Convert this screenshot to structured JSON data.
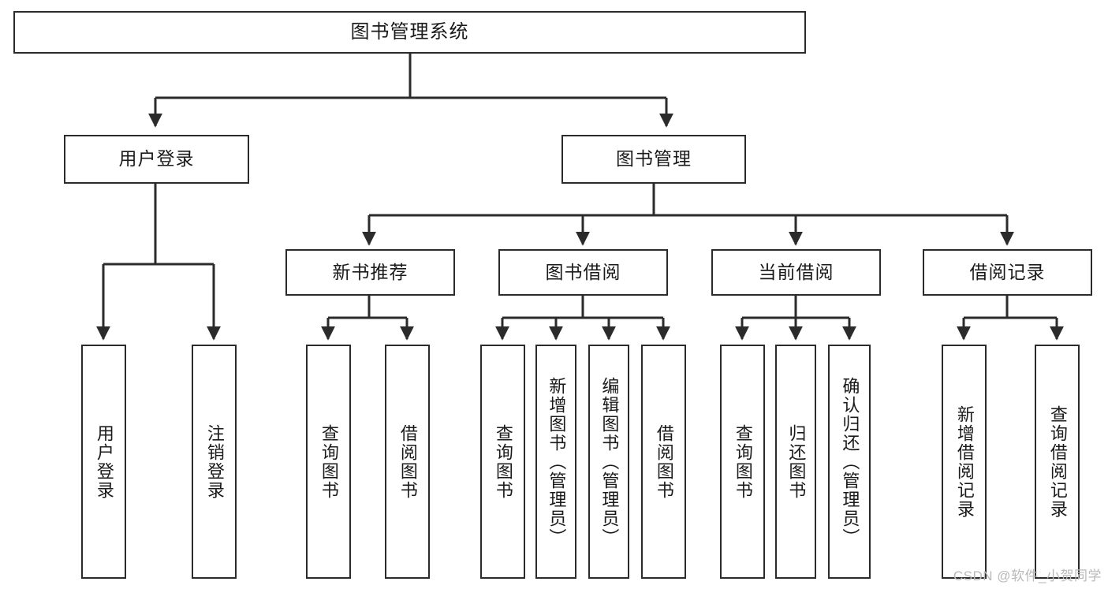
{
  "diagram": {
    "title": "图书管理系统",
    "type": "tree-hierarchy-chart",
    "colors": {
      "box_border": "#2b2b2b",
      "box_fill": "#ffffff",
      "connector": "#2b2b2b",
      "text": "#1a1a1a",
      "watermark": "#b9b9b9",
      "background": "#ffffff"
    },
    "root": {
      "label": "图书管理系统"
    },
    "level2": [
      {
        "label": "用户登录"
      },
      {
        "label": "图书管理"
      }
    ],
    "level3": [
      {
        "label": "新书推荐"
      },
      {
        "label": "图书借阅"
      },
      {
        "label": "当前借阅"
      },
      {
        "label": "借阅记录"
      }
    ],
    "leaves": {
      "user_login": [
        {
          "label": "用户登录"
        },
        {
          "label": "注销登录"
        }
      ],
      "new_book_recommend": [
        {
          "label": "查询图书"
        },
        {
          "label": "借阅图书"
        }
      ],
      "book_borrow": [
        {
          "label": "查询图书"
        },
        {
          "label": "新增图书（管理员）"
        },
        {
          "label": "编辑图书（管理员）"
        },
        {
          "label": "借阅图书"
        }
      ],
      "current_borrow": [
        {
          "label": "查询图书"
        },
        {
          "label": "归还图书"
        },
        {
          "label": "确认归还（管理员）"
        }
      ],
      "borrow_record": [
        {
          "label": "新增借阅记录"
        },
        {
          "label": "查询借阅记录"
        }
      ]
    },
    "watermark": "CSDN @软件_小贺同学"
  }
}
